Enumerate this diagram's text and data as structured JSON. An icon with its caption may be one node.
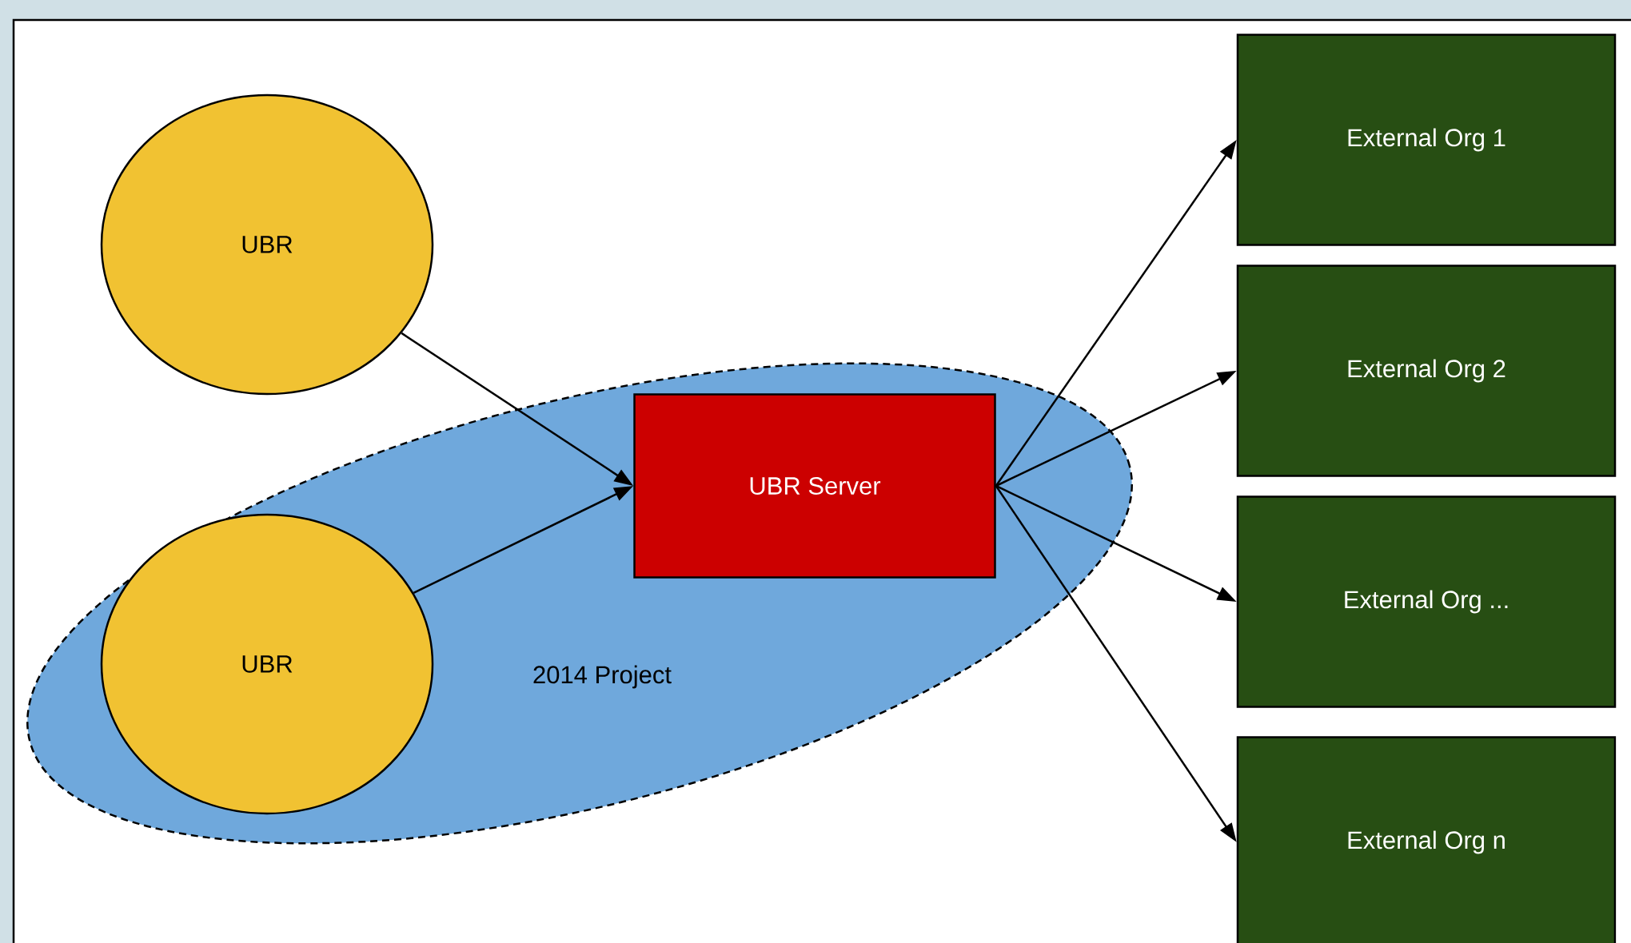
{
  "diagram": {
    "nodes": [
      {
        "text": [
          "UBR"
        ]
      },
      {
        "text": [
          "2014 Project"
        ]
      },
      {
        "text": [
          "UBR"
        ],
        "in": 1
      },
      {
        "text": [
          "UBR Server"
        ],
        "in": 1
      },
      {
        "text": [
          "External Org 1"
        ]
      },
      {
        "text": [
          "External Org 2"
        ]
      },
      {
        "text": [
          "External Org ..."
        ]
      },
      {
        "text": [
          "External Org n"
        ]
      }
    ],
    "edges": [
      {
        "from": 0,
        "to": 3,
        "arrow": "to"
      },
      {
        "from": 2,
        "to": 3,
        "arrow": "to"
      },
      {
        "from": 3,
        "to": 4,
        "arrow": "to"
      },
      {
        "from": 3,
        "to": 5,
        "arrow": "to"
      },
      {
        "from": 3,
        "to": 6,
        "arrow": "to"
      },
      {
        "from": 3,
        "to": 7,
        "arrow": "to"
      }
    ]
  }
}
